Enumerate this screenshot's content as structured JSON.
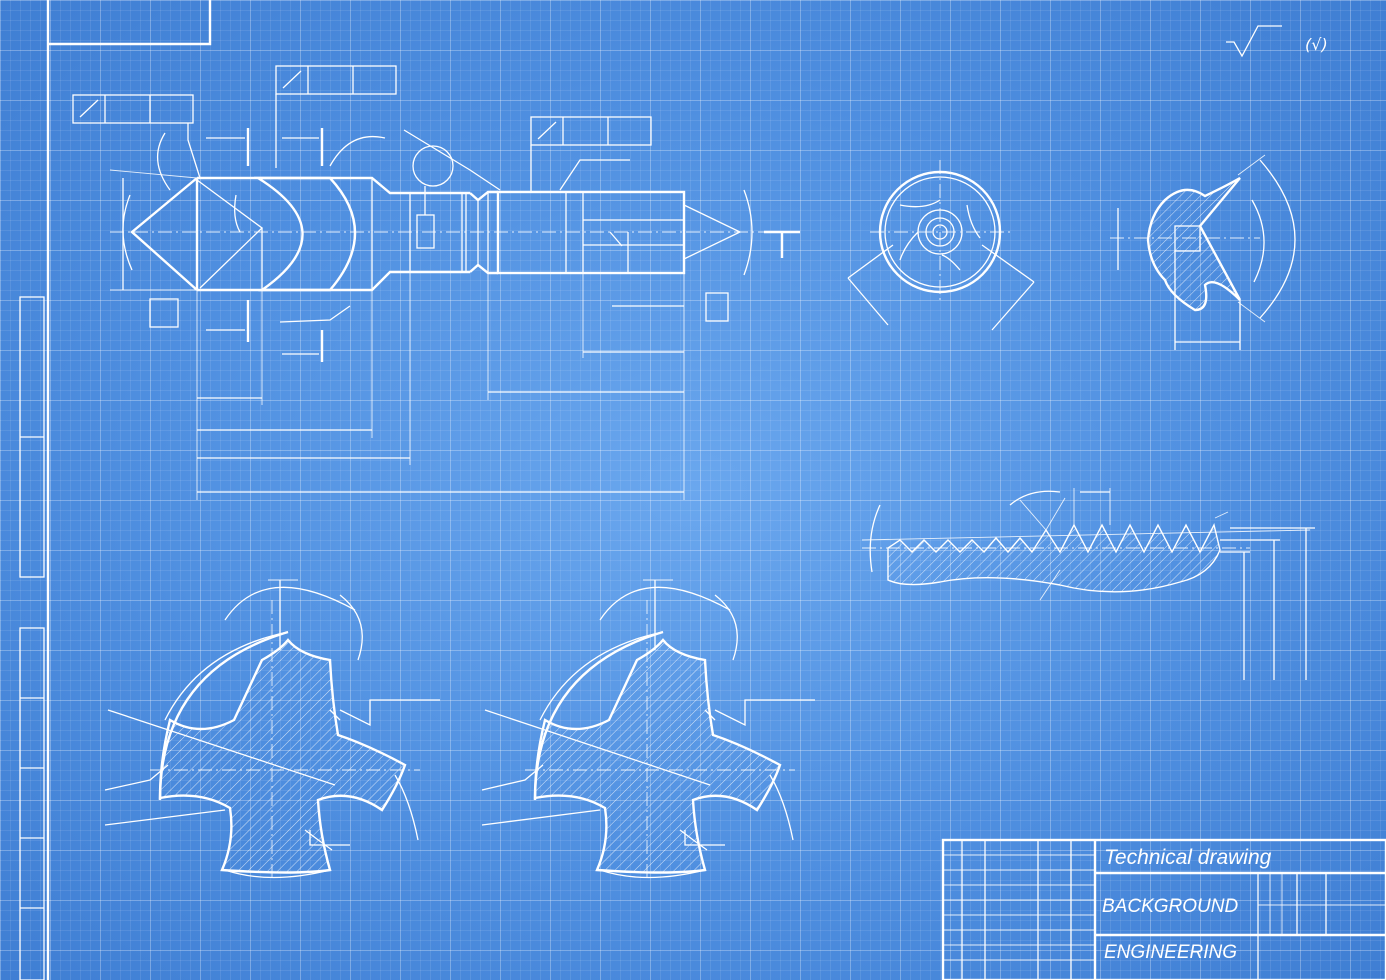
{
  "title_block": {
    "line1": "Technical drawing",
    "line2": "BACKGROUND",
    "line3": "ENGINEERING"
  },
  "roughness": {
    "symbol": "√",
    "parenthesized": "(√)"
  },
  "colors": {
    "background": "#5b9ae6",
    "lines": "#ffffff"
  }
}
